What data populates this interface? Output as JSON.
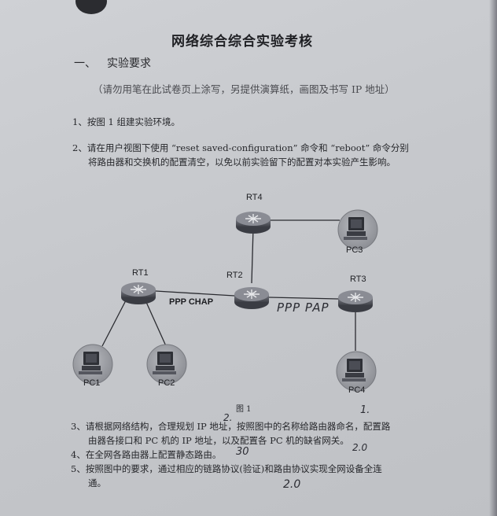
{
  "title": "网络综合综合实验考核",
  "section": {
    "number": "一、",
    "label": "实验要求"
  },
  "note": "（请勿用笔在此试卷页上涂写，另提供演算纸，画图及书写 IP 地址）",
  "items": {
    "i1": "1、按图 1 组建实验环境。",
    "i2a": "2、请在用户视图下使用 “reset saved-configuration” 命令和 “reboot” 命令分别",
    "i2b": "将路由器和交换机的配置清空，以免以前实验留下的配置对本实验产生影响。",
    "i3a": "3、请根据网络结构，合理规划 IP 地址，按照图中的名称给路由器命名，配置路",
    "i3b": "由器各接口和 PC 机的 IP 地址，以及配置各 PC 机的缺省网关。",
    "i4": "4、在全网各路由器上配置静态路由。",
    "i5a": "5、按照图中的要求，通过相应的链路协议(验证)和路由协议实现全网设备全连",
    "i5b": "通。"
  },
  "diagram": {
    "routers": {
      "rt1": "RT1",
      "rt2": "RT2",
      "rt3": "RT3",
      "rt4": "RT4"
    },
    "pcs": {
      "pc1": "PC1",
      "pc2": "PC2",
      "pc3": "PC3",
      "pc4": "PC4"
    },
    "links": {
      "chap": "PPP CHAP",
      "pap": "PPP PAP"
    },
    "caption": "图 1"
  },
  "handwriting": {
    "h1": "2.",
    "h2": "1.",
    "h3": "2.0",
    "h4": "30",
    "h5": "2.0"
  },
  "colors": {
    "paper": "#c9cbcf",
    "ink": "#26272b",
    "router": "#5c5e66",
    "pc_disc": "#9c9ea4"
  }
}
